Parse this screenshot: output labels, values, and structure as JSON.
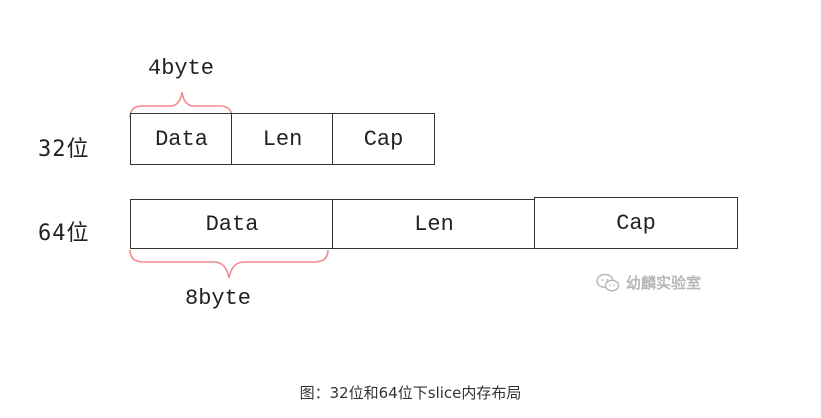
{
  "row32": {
    "label": "32位",
    "fields": [
      "Data",
      "Len",
      "Cap"
    ],
    "size_label": "4byte"
  },
  "row64": {
    "label": "64位",
    "fields": [
      "Data",
      "Len",
      "Cap"
    ],
    "size_label": "8byte"
  },
  "watermark": {
    "text": "幼麟实验室",
    "icon": "wechat-icon"
  },
  "caption": "图：32位和64位下slice内存布局",
  "colors": {
    "brace": "#f28b8b",
    "box_border": "#333333"
  }
}
